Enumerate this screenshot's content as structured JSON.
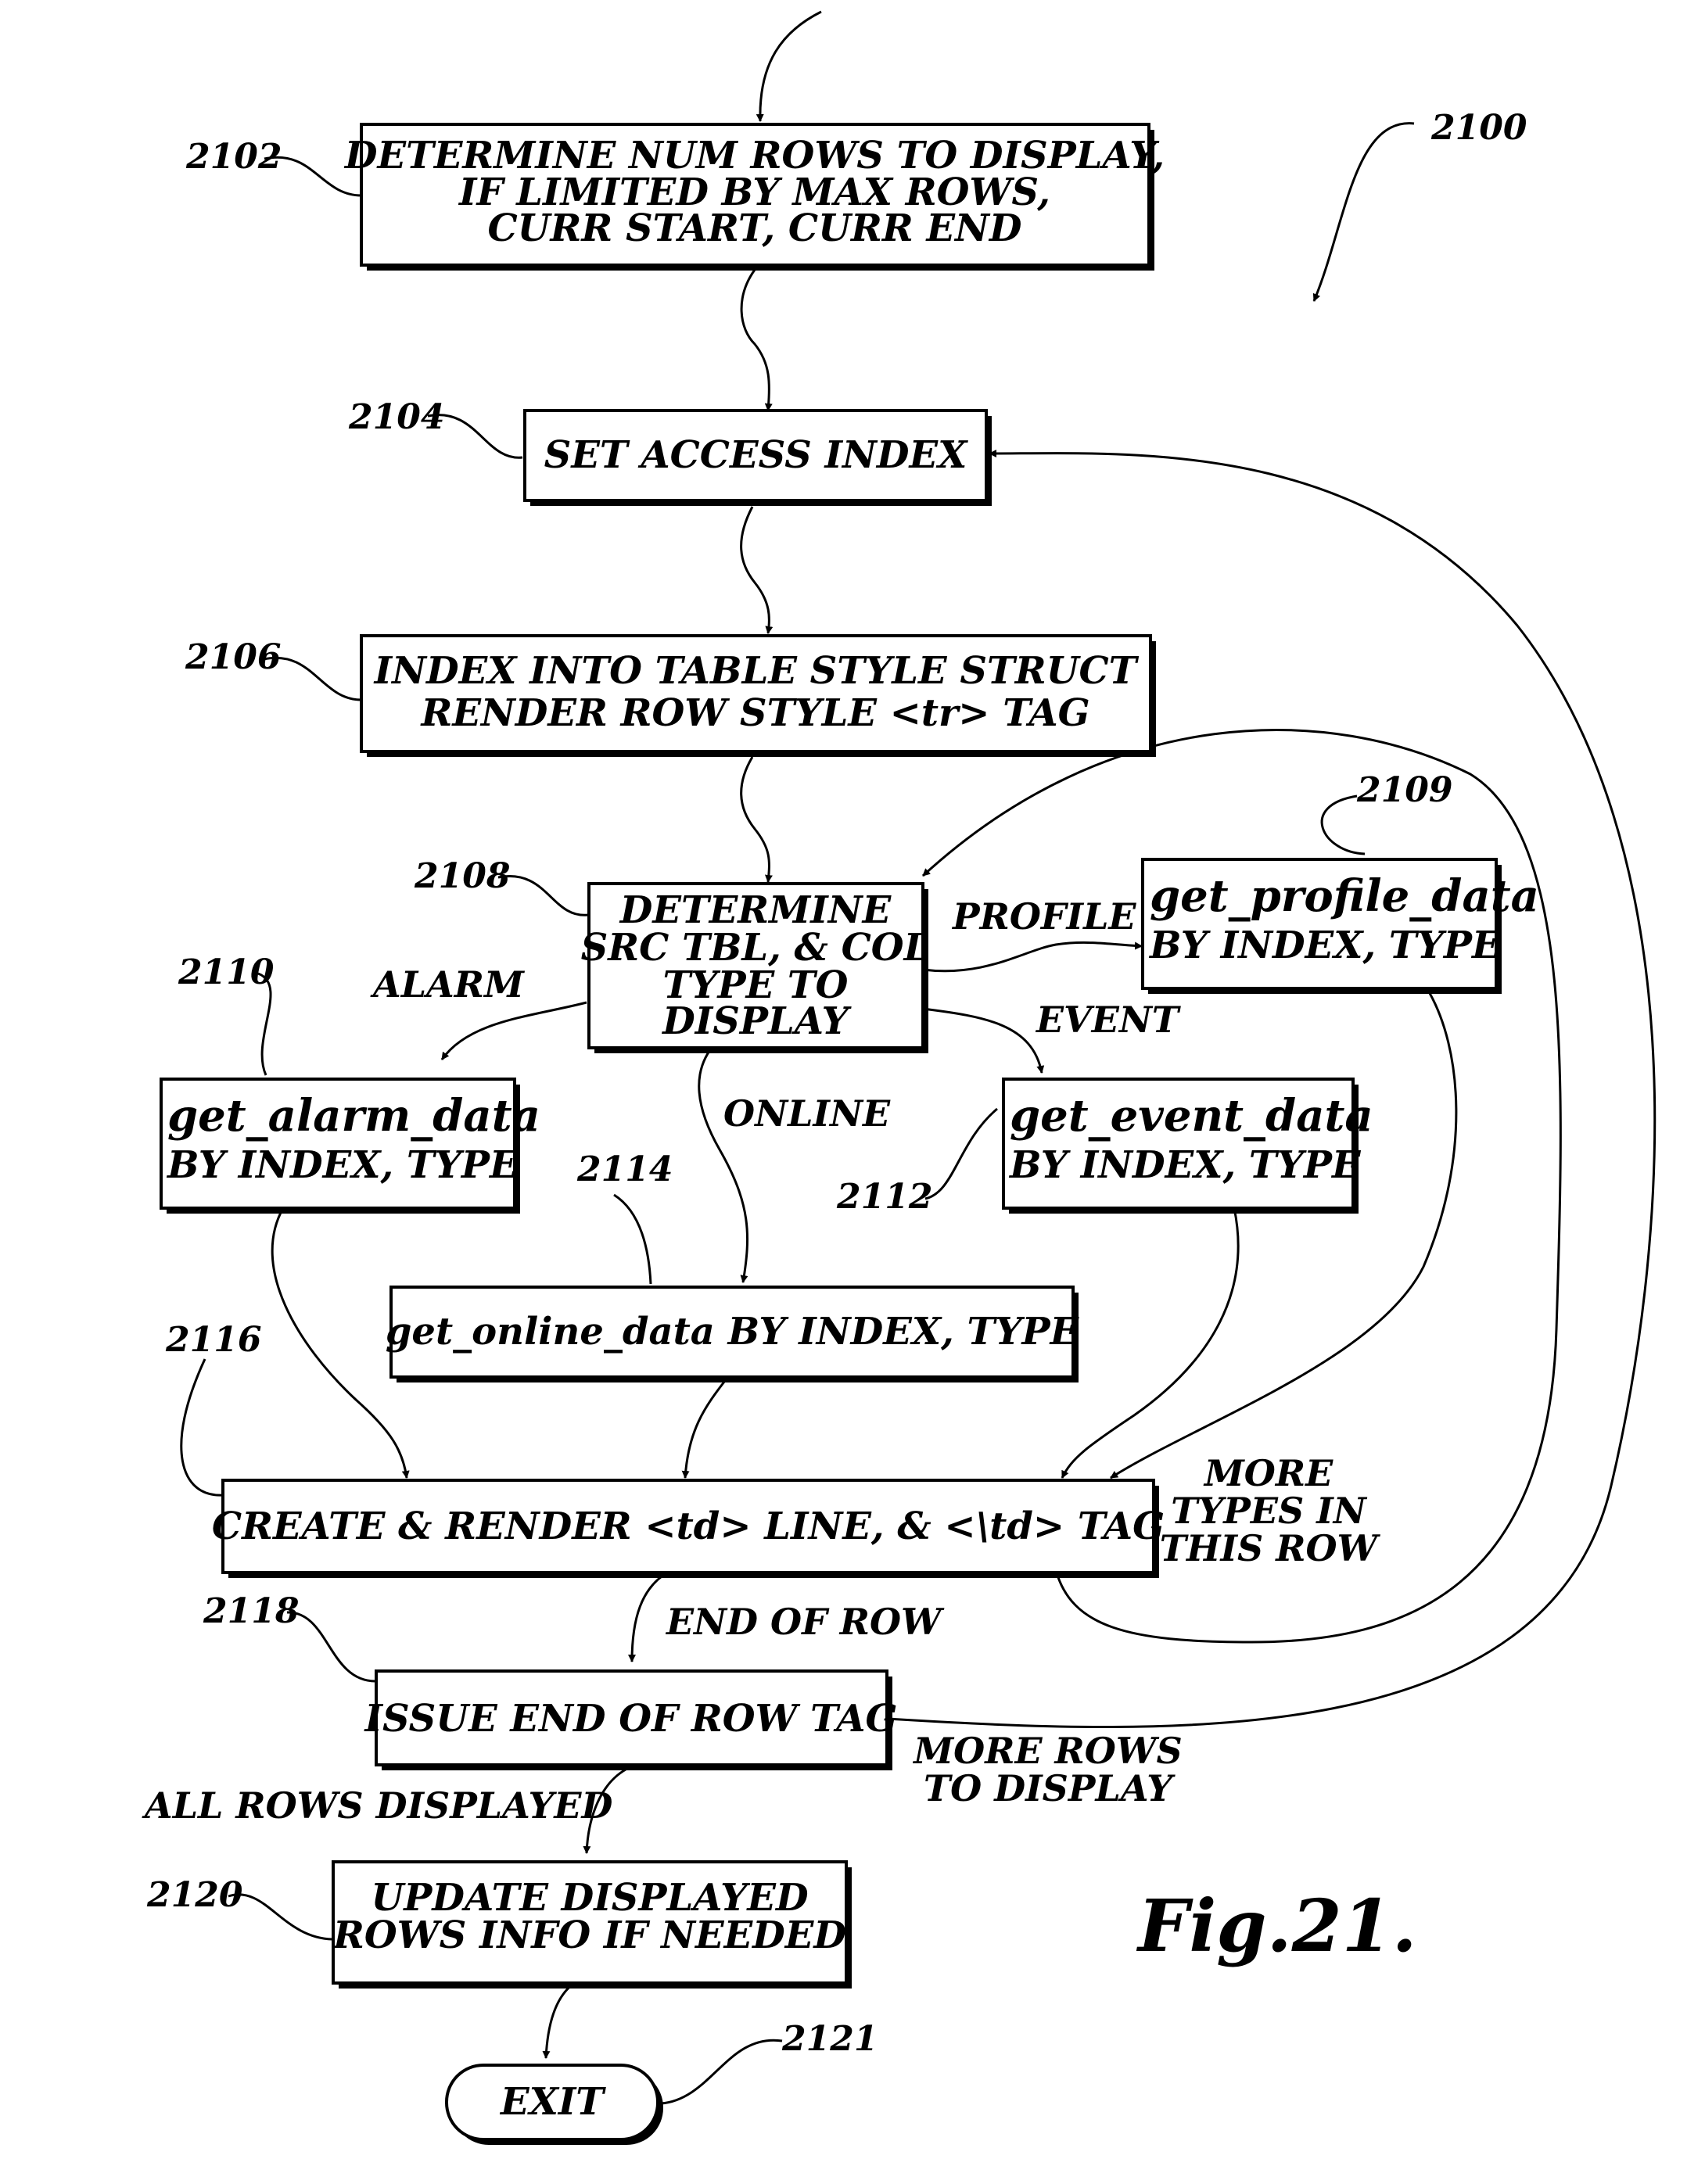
{
  "figure": {
    "ref": "2100",
    "caption": "Fig.21."
  },
  "boxes": {
    "b2102": {
      "ref": "2102",
      "lines": [
        "DETERMINE NUM ROWS TO DISPLAY,",
        "IF LIMITED BY MAX ROWS,",
        "CURR START, CURR END"
      ]
    },
    "b2104": {
      "ref": "2104",
      "lines": [
        "SET ACCESS INDEX"
      ]
    },
    "b2106": {
      "ref": "2106",
      "lines": [
        "INDEX INTO TABLE STYLE STRUCT",
        "RENDER ROW STYLE <tr> TAG"
      ]
    },
    "b2108": {
      "ref": "2108",
      "lines": [
        "DETERMINE",
        "SRC TBL, & COL",
        "TYPE TO",
        "DISPLAY"
      ]
    },
    "b2109": {
      "ref": "2109",
      "lines": [
        "get_profile_data",
        "BY INDEX, TYPE"
      ]
    },
    "b2110": {
      "ref": "2110",
      "lines": [
        "get_alarm_data",
        "BY INDEX, TYPE"
      ]
    },
    "b2112": {
      "ref": "2112",
      "lines": [
        "get_event_data",
        "BY INDEX, TYPE"
      ]
    },
    "b2114": {
      "ref": "2114",
      "lines": [
        "get_online_data BY INDEX, TYPE"
      ]
    },
    "b2116": {
      "ref": "2116",
      "lines": [
        "CREATE & RENDER <td> LINE, & <\\td> TAG"
      ]
    },
    "b2118": {
      "ref": "2118",
      "lines": [
        "ISSUE END OF ROW TAG"
      ]
    },
    "b2120": {
      "ref": "2120",
      "lines": [
        "UPDATE DISPLAYED",
        "ROWS INFO IF NEEDED"
      ]
    },
    "b2121": {
      "ref": "2121",
      "lines": [
        "EXIT"
      ]
    }
  },
  "edge_labels": {
    "profile": "PROFILE",
    "alarm": "ALARM",
    "event": "EVENT",
    "online": "ONLINE",
    "more_types": [
      "MORE",
      "TYPES IN",
      "THIS ROW"
    ],
    "end_of_row": "END OF ROW",
    "more_rows": [
      "MORE ROWS",
      "TO DISPLAY"
    ],
    "all_rows": "ALL ROWS DISPLAYED"
  }
}
